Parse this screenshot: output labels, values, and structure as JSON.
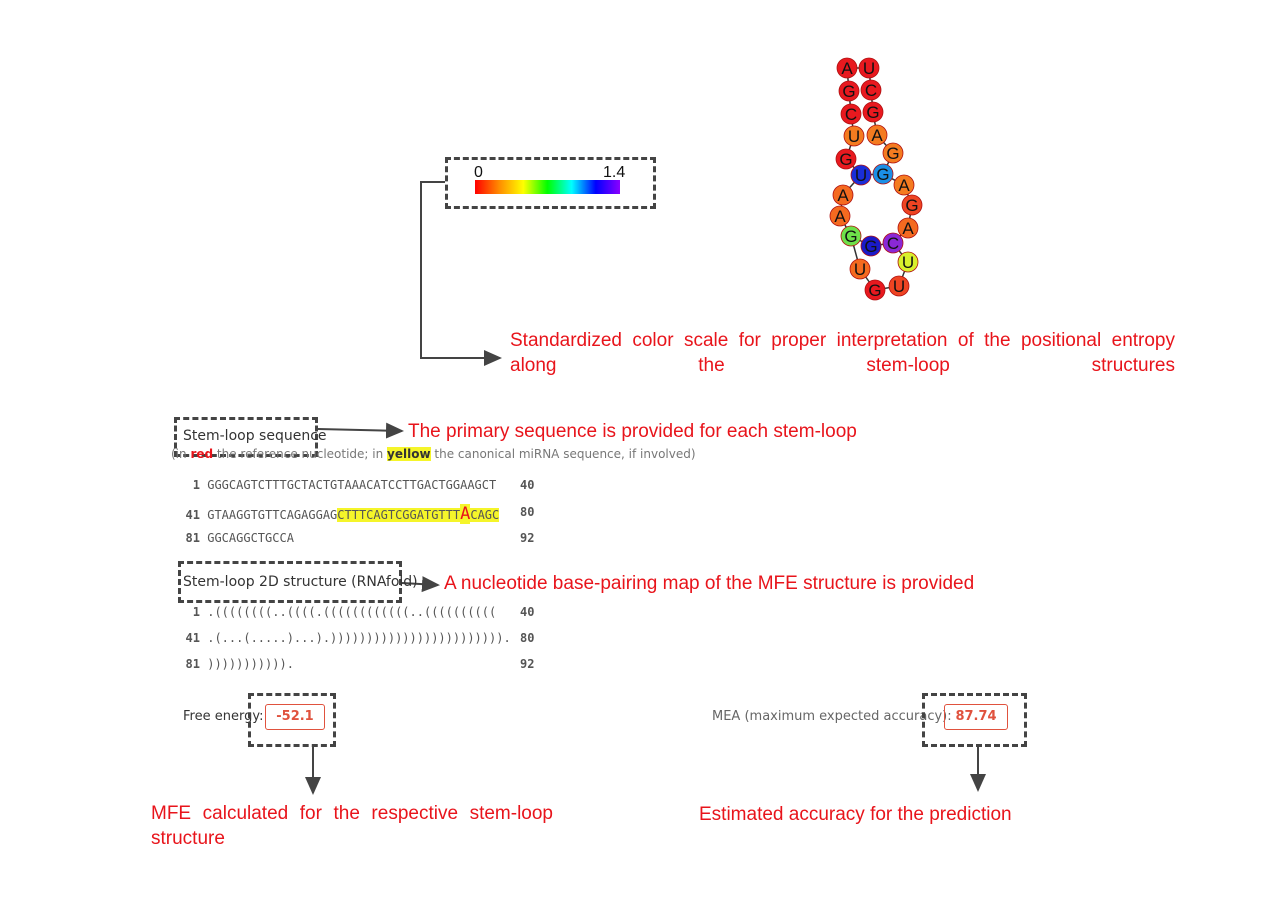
{
  "color_scale": {
    "min_label": "0",
    "max_label": "1.4",
    "stops": [
      "#ff0000",
      "#ff8c00",
      "#ffff00",
      "#00ff00",
      "#00ffff",
      "#0000ff",
      "#8b00ff"
    ]
  },
  "annotations": {
    "color_scale_note": "Standardized color scale for proper interpretation of the positional entropy along the stem-loop structures",
    "primary_seq_note": "The primary sequence is provided for each stem-loop",
    "base_pair_note": "A nucleotide base-pairing map of the MFE structure is provided",
    "mfe_note": "MFE calculated for the respective stem-loop structure",
    "accuracy_note": "Estimated accuracy for the prediction"
  },
  "sequence_section": {
    "title": "Stem-loop sequence",
    "subtitle_pre": "(in ",
    "subtitle_red": "red",
    "subtitle_mid": " the reference nucleotide; in ",
    "subtitle_yellow": "yellow",
    "subtitle_post": " the canonical miRNA sequence, if involved)",
    "rows": [
      {
        "start": "1",
        "plain1": "GGGCAGTCTTTGCTACTGTAAACATCCTTGACTGGAAGCT",
        "highlight": "",
        "ref": "",
        "highlight2": "",
        "end": "40"
      },
      {
        "start": "41",
        "plain1": "GTAAGGTGTTCAGAGGAG",
        "highlight": "CTTTCAGTCGGATGTTT",
        "ref": "A",
        "highlight2": "CAGC",
        "end": "80"
      },
      {
        "start": "81",
        "plain1": "GGCAGGCTGCCA",
        "highlight": "",
        "ref": "",
        "highlight2": "",
        "end": "92"
      }
    ]
  },
  "structure_section": {
    "title": "Stem-loop 2D structure (RNAfold)",
    "rows": [
      {
        "start": "1",
        "text": ".((((((((..((((.((((((((((((..((((((((((",
        "end": "40"
      },
      {
        "start": "41",
        "text": ".(...(.....)...).)))))))))))))))))))))))).",
        "end": "80"
      },
      {
        "start": "81",
        "text": "))))))))))).",
        "end": "92"
      }
    ]
  },
  "free_energy": {
    "label": "Free energy:",
    "value": "-52.1"
  },
  "mea": {
    "label": "MEA (maximum expected accuracy):",
    "value": "87.74"
  },
  "rna_nodes": [
    {
      "base": "A",
      "color": "#e8191f"
    },
    {
      "base": "U",
      "color": "#e8191f"
    },
    {
      "base": "G",
      "color": "#e8191f"
    },
    {
      "base": "C",
      "color": "#e8191f"
    },
    {
      "base": "C",
      "color": "#e8191f"
    },
    {
      "base": "G",
      "color": "#e8191f"
    },
    {
      "base": "U",
      "color": "#f47b20"
    },
    {
      "base": "A",
      "color": "#f47b20"
    },
    {
      "base": "G",
      "color": "#e8191f"
    },
    {
      "base": "G",
      "color": "#f47b20"
    },
    {
      "base": "U",
      "color": "#1a2ed8"
    },
    {
      "base": "G",
      "color": "#1b8fe6"
    },
    {
      "base": "A",
      "color": "#f47b20"
    },
    {
      "base": "A",
      "color": "#f46a20"
    },
    {
      "base": "G",
      "color": "#ee4422"
    },
    {
      "base": "A",
      "color": "#f46a20"
    },
    {
      "base": "A",
      "color": "#f46a20"
    },
    {
      "base": "G",
      "color": "#6ee04a"
    },
    {
      "base": "G",
      "color": "#1a1ac8"
    },
    {
      "base": "C",
      "color": "#8a28d6"
    },
    {
      "base": "U",
      "color": "#f46a20"
    },
    {
      "base": "U",
      "color": "#d8f02c"
    },
    {
      "base": "G",
      "color": "#e8191f"
    },
    {
      "base": "U",
      "color": "#ee4422"
    }
  ]
}
